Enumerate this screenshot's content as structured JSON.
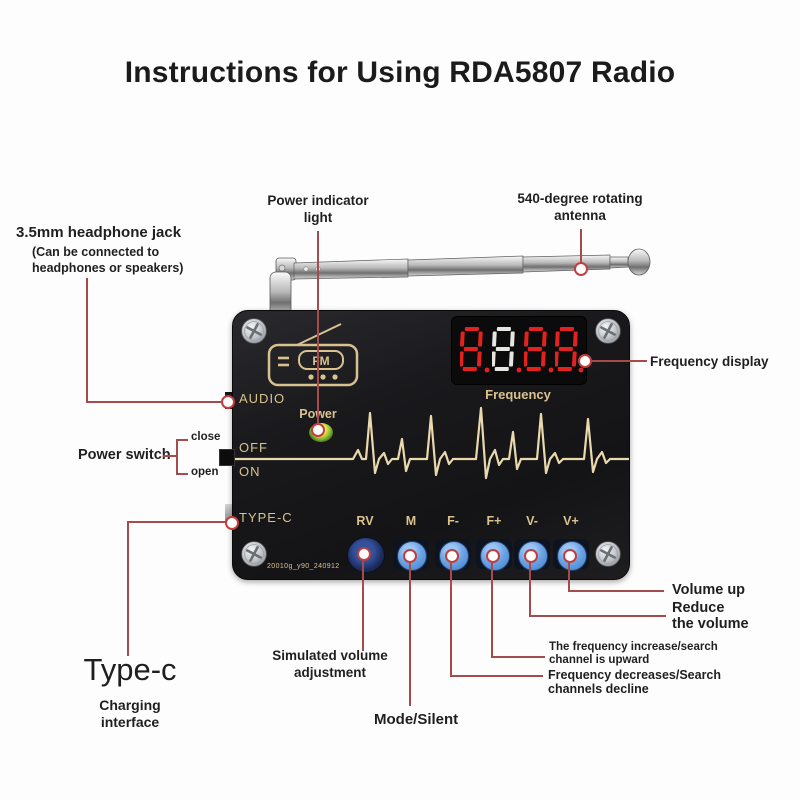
{
  "title": "Instructions for Using RDA5807 Radio",
  "colors": {
    "callout_line": "#a64b4b",
    "callout_dot": "#c23d3d",
    "pcb_gold": "#d9c28f",
    "display_red": "#e3211f",
    "button_blue": "#5b9ce2",
    "led_green": "#8bba35",
    "board_black": "#1b1b1e",
    "text": "#1f1f1f"
  },
  "annotations": {
    "headphone": {
      "title": "3.5mm headphone jack",
      "sub1": "(Can be connected to",
      "sub2": "headphones or speakers)"
    },
    "power_indicator": {
      "line1": "Power indicator",
      "line2": "light"
    },
    "antenna": {
      "line1": "540-degree rotating",
      "line2": "antenna"
    },
    "frequency_display": {
      "label": "Frequency display"
    },
    "power_switch": {
      "label": "Power switch",
      "close": "close",
      "open": "open"
    },
    "volume_up": {
      "label": "Volume up"
    },
    "volume_down": {
      "line1": "Reduce",
      "line2": "the volume"
    },
    "freq_up": {
      "line1": "The frequency increase/search",
      "line2": "channel is upward"
    },
    "freq_down": {
      "line1": "Frequency decreases/Search",
      "line2": "channels decline"
    },
    "rv": {
      "line1": "Simulated volume",
      "line2": "adjustment"
    },
    "mode": {
      "label": "Mode/Silent"
    },
    "typec": {
      "title": "Type-c",
      "line1": "Charging",
      "line2": "interface"
    }
  },
  "board": {
    "audio": "AUDIO",
    "power": "Power",
    "off": "OFF",
    "on": "ON",
    "typec": "TYPE-C",
    "frequency": "Frequency",
    "fm": "FM",
    "serial": "20010g_y90_240912",
    "buttons": [
      "RV",
      "M",
      "F-",
      "F+",
      "V-",
      "V+"
    ]
  }
}
